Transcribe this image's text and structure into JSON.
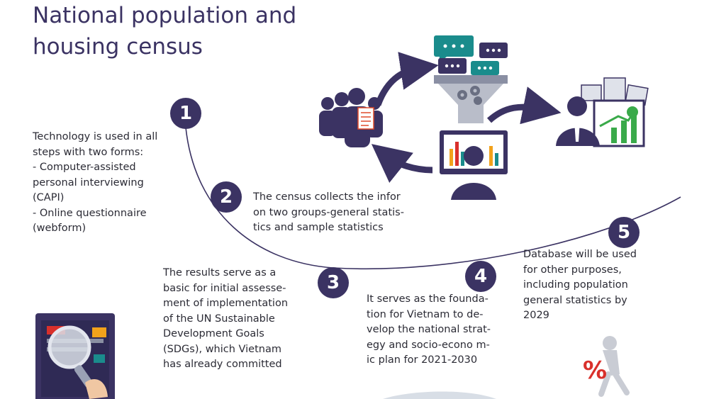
{
  "title": {
    "line1": "National population and",
    "line2": "housing census"
  },
  "colors": {
    "navy": "#3b3363",
    "teal": "#1a8c8c",
    "green": "#3aaa4a",
    "red": "#d9302b"
  },
  "steps": [
    {
      "number": "1",
      "text": "Technology is used in all\nsteps with two forms:\n- Computer-assisted\npersonal interviewing\n(CAPI)\n- Online questionnaire\n(webform)"
    },
    {
      "number": "2",
      "text": "The census collects the infor\non two groups-general statis-\ntics and sample statistics"
    },
    {
      "number": "3",
      "text": "The results serve as a\nbasic for initial assesse-\nment of implementation\nof the UN Sustainable\nDevelopment Goals\n(SDGs), which Vietnam\nhas already committed"
    },
    {
      "number": "4",
      "text": "It serves as the founda-\ntion for Vietnam to de-\nvelop the national strat-\negy and socio-econo m-\nic plan for 2021-2030"
    },
    {
      "number": "5",
      "text": "Database will be used\nfor other purposes,\nincluding population\ngeneral statistics by\n2029"
    }
  ],
  "icons": {
    "people": "people-with-form-icon",
    "chat": "chat-bubbles-icon",
    "funnel": "funnel-gears-icon",
    "analyst": "analyst-computer-icon",
    "businessman": "businessman-growth-icon",
    "magnifier": "tablet-magnifier-icon",
    "percent": "percent-figure-icon"
  }
}
